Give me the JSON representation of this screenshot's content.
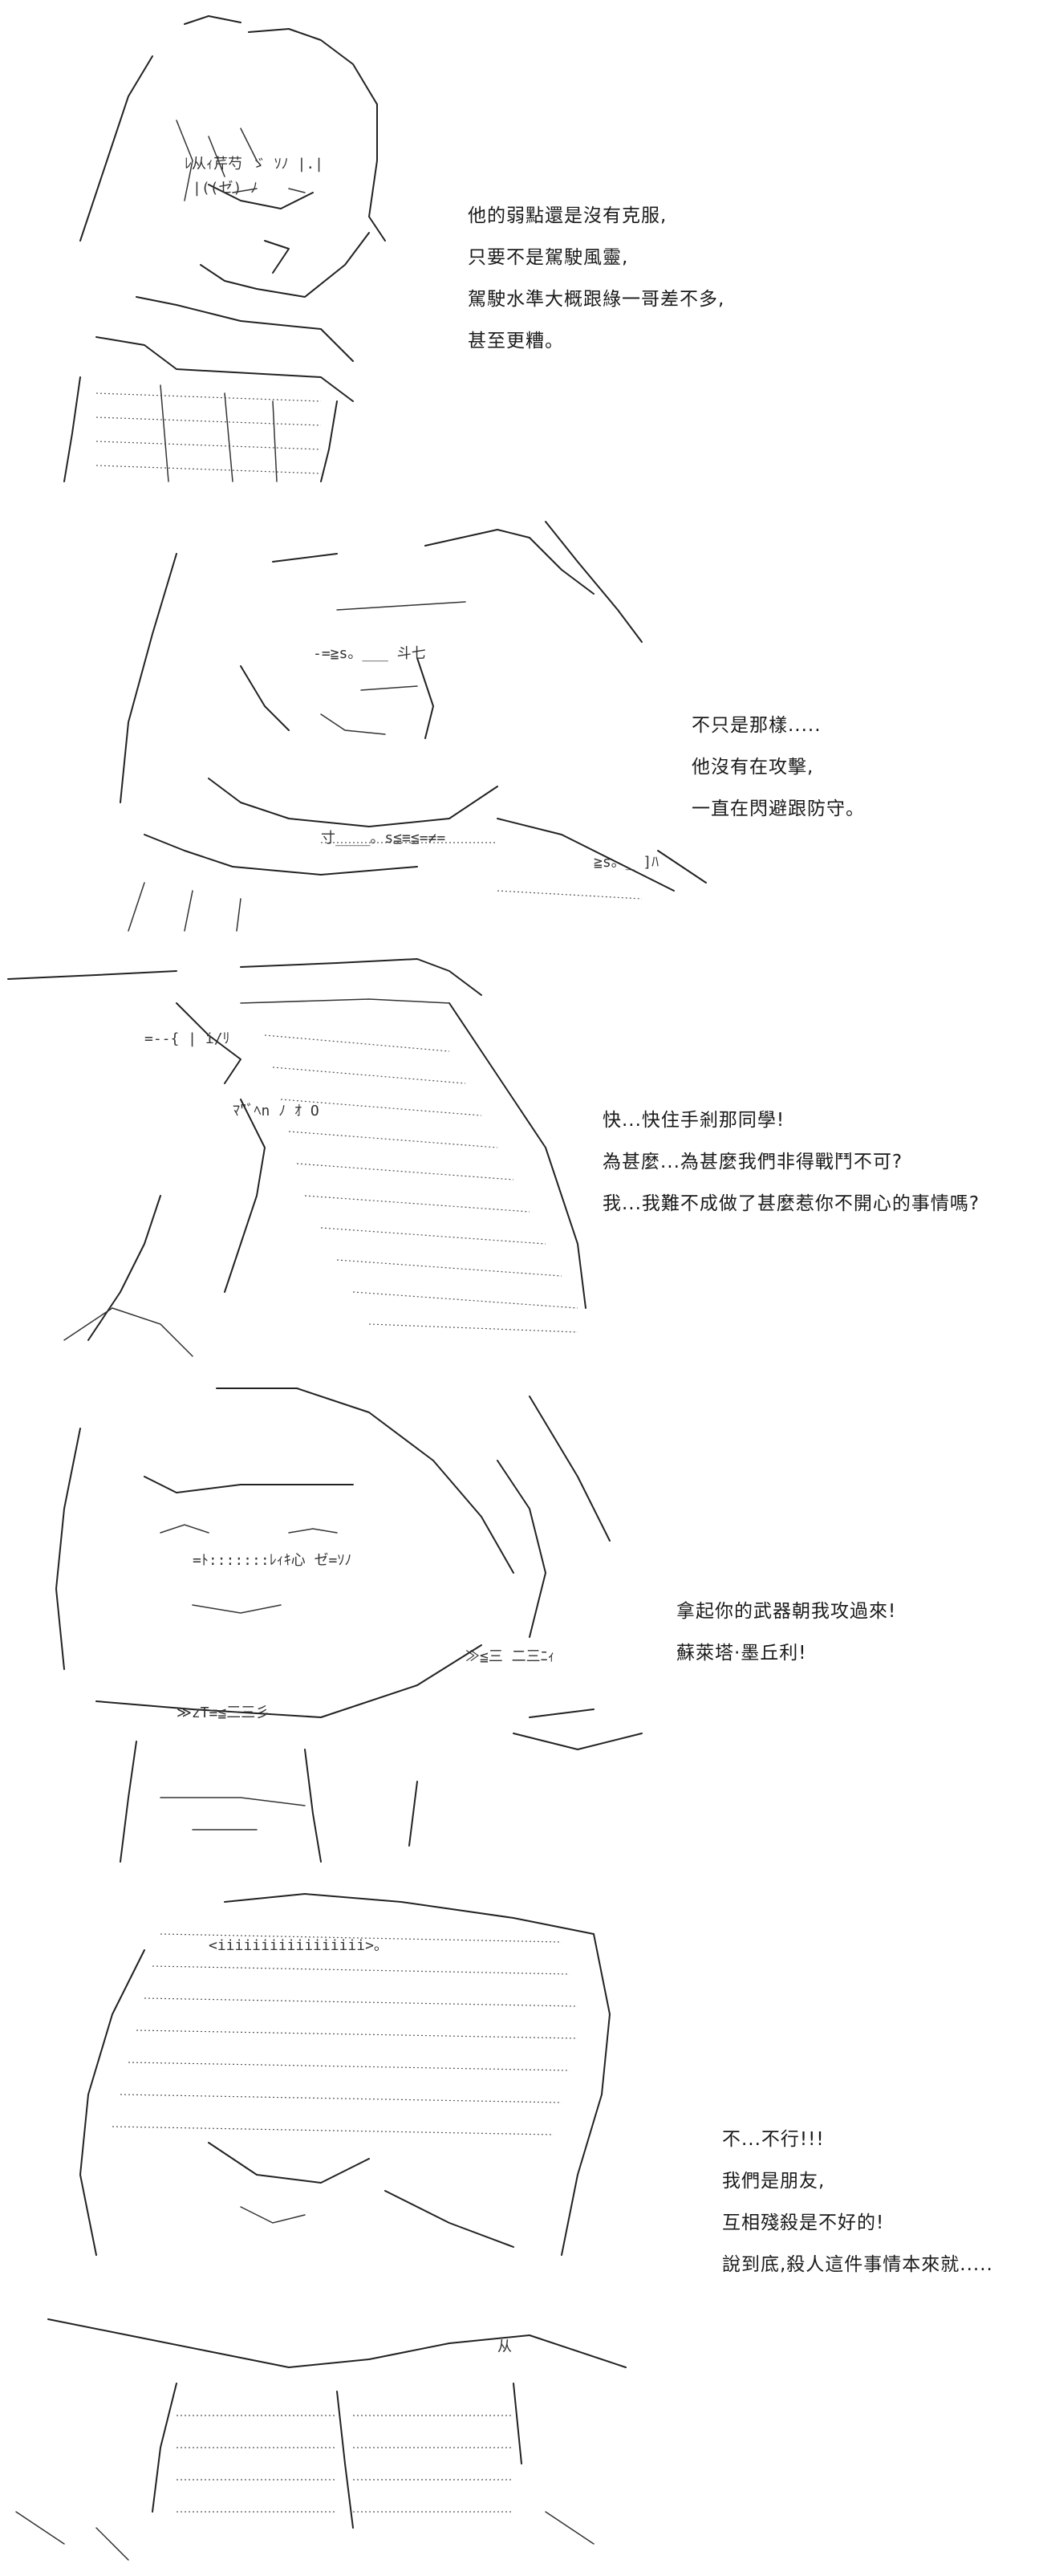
{
  "panels": [
    {
      "lines": [
        "他的弱點還是沒有克服,",
        "只要不是駕駛風靈,",
        "駕駛水準大概跟綠一哥差不多,",
        "甚至更糟。"
      ]
    },
    {
      "lines": [
        "不只是那樣.....",
        "他沒有在攻擊,",
        "一直在閃避跟防守。"
      ]
    },
    {
      "lines": [
        "快...快住手剎那同學!",
        "為甚麼...為甚麼我們非得戰鬥不可?",
        "我...我難不成做了甚麼惹你不開心的事情嗎?"
      ]
    },
    {
      "lines": [
        "拿起你的武器朝我攻過來!",
        "蘇萊塔·墨丘利!"
      ]
    },
    {
      "lines": [
        "不...不行!!!",
        "我們是朋友,",
        "互相殘殺是不好的!",
        "說到底,殺人這件事情本來就....."
      ]
    }
  ]
}
